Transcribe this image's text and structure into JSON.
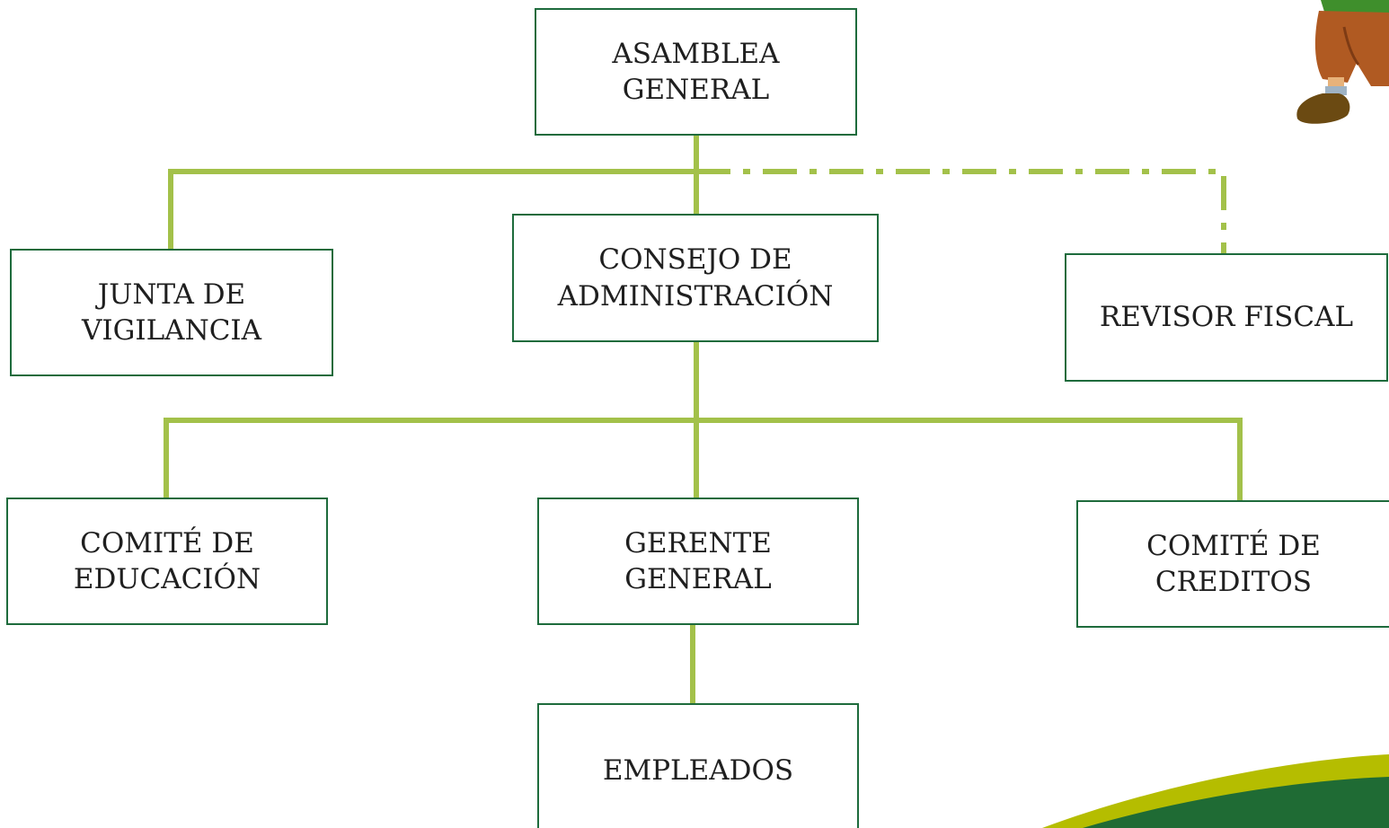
{
  "org_chart": {
    "nodes": [
      {
        "id": "asamblea",
        "label": "ASAMBLEA\nGENERAL"
      },
      {
        "id": "junta",
        "label": "JUNTA DE\nVIGILANCIA"
      },
      {
        "id": "consejo",
        "label": "CONSEJO DE\nADMINISTRACIÓN"
      },
      {
        "id": "revisor",
        "label": "REVISOR FISCAL"
      },
      {
        "id": "educacion",
        "label": "COMITÉ DE\nEDUCACIÓN"
      },
      {
        "id": "gerente",
        "label": "GERENTE\nGENERAL"
      },
      {
        "id": "creditos",
        "label": "COMITÉ DE\nCREDITOS"
      },
      {
        "id": "empleados",
        "label": "EMPLEADOS"
      }
    ],
    "edges": [
      {
        "from": "asamblea",
        "to": "junta",
        "style": "solid"
      },
      {
        "from": "asamblea",
        "to": "consejo",
        "style": "solid"
      },
      {
        "from": "asamblea",
        "to": "revisor",
        "style": "dash-dot"
      },
      {
        "from": "consejo",
        "to": "educacion",
        "style": "solid"
      },
      {
        "from": "consejo",
        "to": "gerente",
        "style": "solid"
      },
      {
        "from": "consejo",
        "to": "creditos",
        "style": "solid"
      },
      {
        "from": "gerente",
        "to": "empleados",
        "style": "solid"
      }
    ],
    "colors": {
      "connector": "#a3c14a",
      "box_border": "#1e6b3c",
      "accent_yellow": "#b5bd00",
      "accent_green": "#1f6b34"
    }
  },
  "decorations": {
    "mascot": "cartoon-character-legs",
    "corner_swoosh": "green-yellow-swoosh"
  }
}
